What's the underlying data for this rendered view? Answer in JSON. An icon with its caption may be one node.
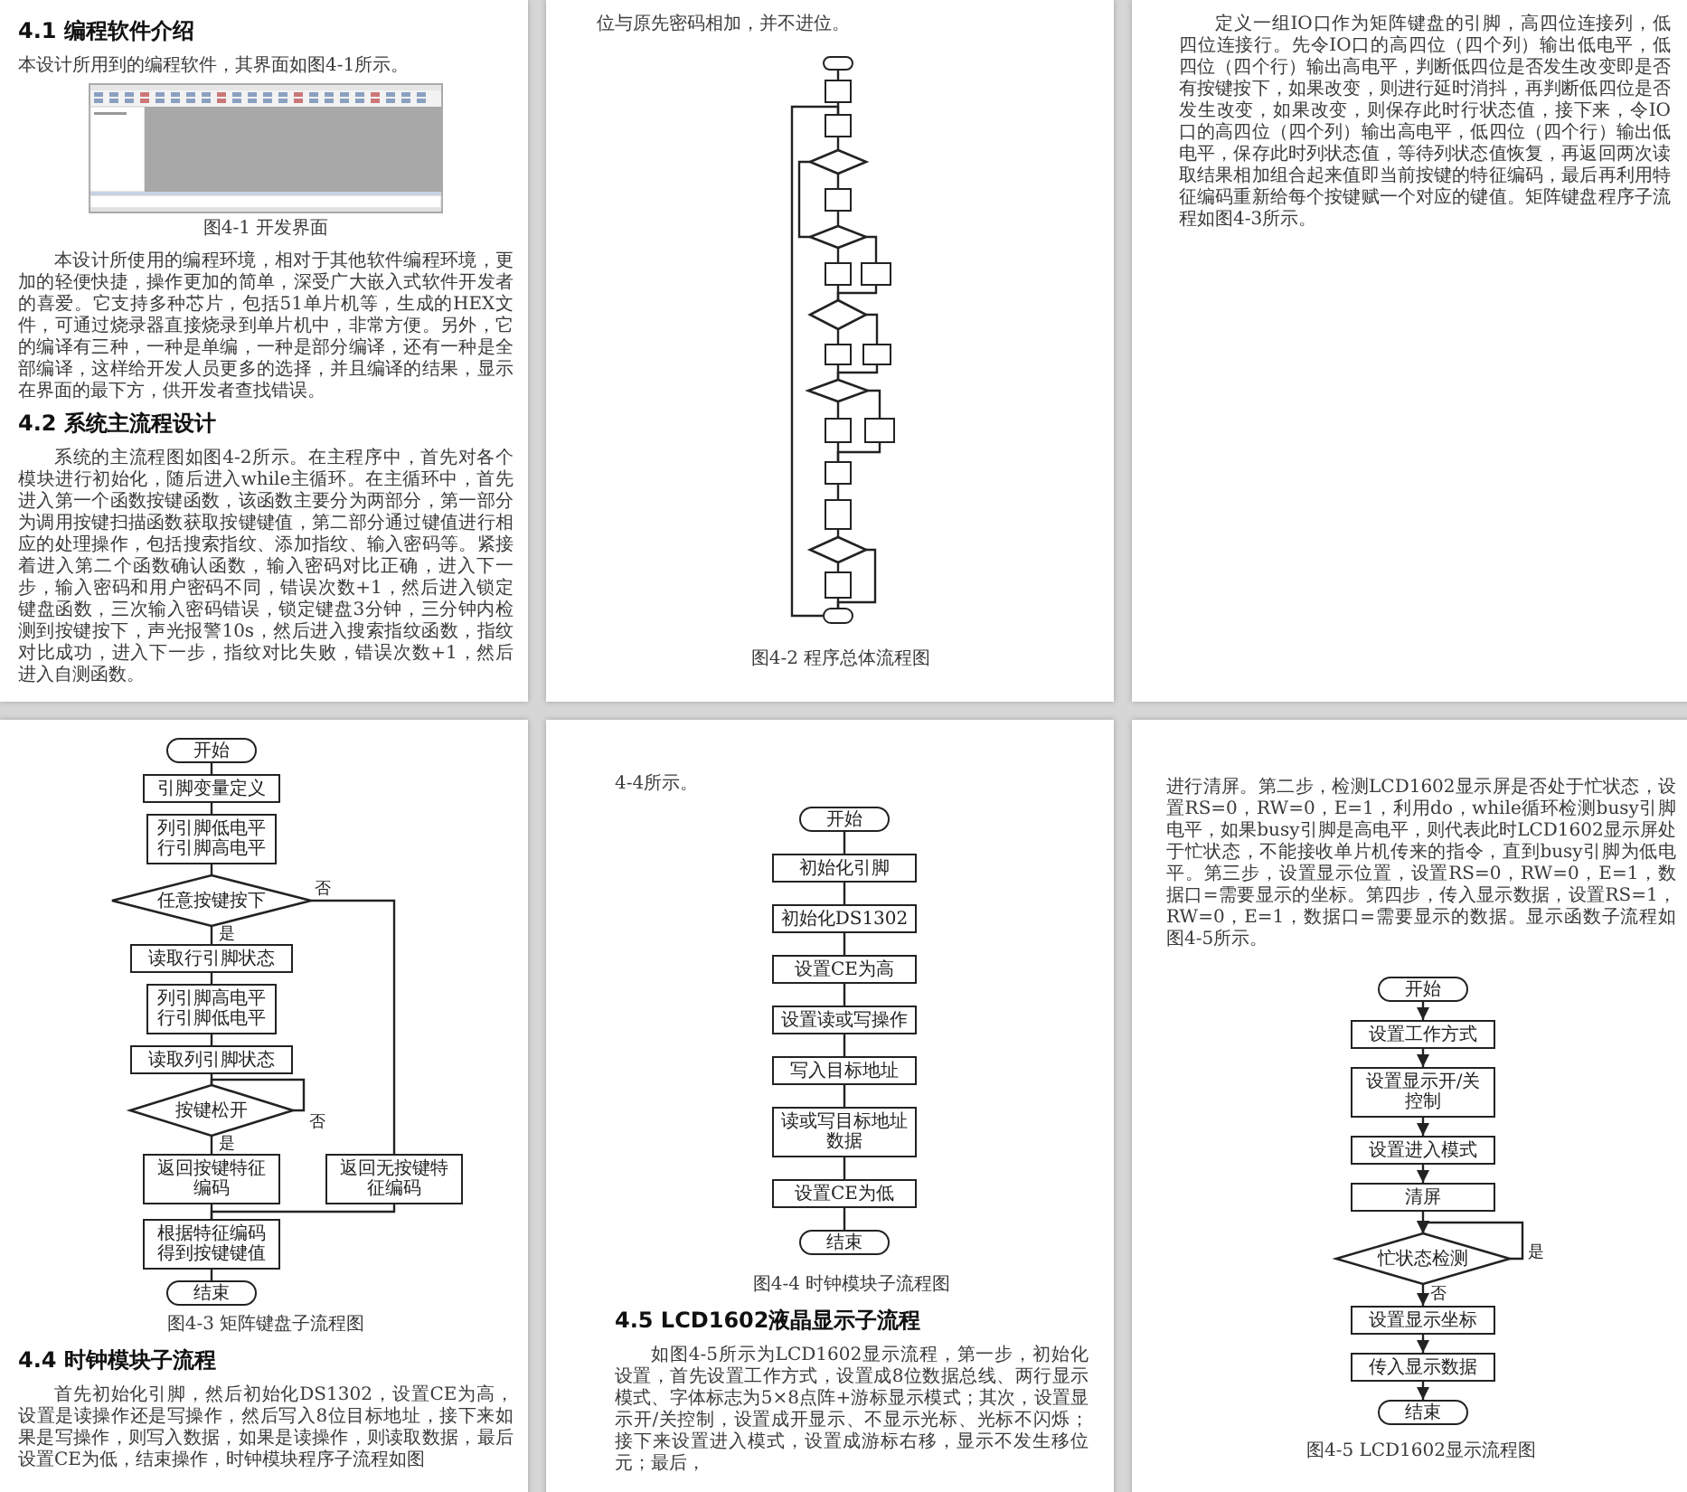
{
  "diagram": {
    "nodes": [
      {
        "text": [],
        "shape": "oval"
      },
      {
        "text": [],
        "shape": "box"
      },
      {
        "text": [],
        "shape": "box"
      },
      {
        "text": [],
        "shape": "diamond"
      },
      {
        "text": [],
        "shape": "box"
      },
      {
        "text": [],
        "shape": "diamond"
      },
      {
        "text": [],
        "shape": "box"
      },
      {
        "text": [],
        "shape": "box"
      },
      {
        "text": [],
        "shape": "diamond"
      },
      {
        "text": [],
        "shape": "box"
      },
      {
        "text": [],
        "shape": "box"
      },
      {
        "text": [],
        "shape": "diamond"
      },
      {
        "text": [],
        "shape": "box"
      },
      {
        "text": [],
        "shape": "box"
      },
      {
        "text": [],
        "shape": "box"
      },
      {
        "text": [],
        "shape": "box"
      },
      {
        "text": [],
        "shape": "diamond"
      },
      {
        "text": [],
        "shape": "box"
      },
      {
        "text": [],
        "shape": "oval"
      },
      {
        "text": [
          "开始"
        ]
      },
      {
        "text": [
          "引脚变量定义"
        ]
      },
      {
        "text": [
          "列引脚低电平行引脚高电平"
        ]
      },
      {
        "text": [
          "任意按键按下"
        ]
      },
      {
        "text": [
          "读取行引脚状态"
        ]
      },
      {
        "text": [
          "列引脚高电平行引脚低电平"
        ]
      },
      {
        "text": [
          "读取列引脚状态"
        ]
      },
      {
        "text": [
          "按键松开"
        ]
      },
      {
        "text": [
          "返回按键特征编码"
        ]
      },
      {
        "text": [
          "返回无按键特征编码"
        ]
      },
      {
        "text": [
          "根据特征编码得到按键键值"
        ]
      },
      {
        "text": [
          "结束"
        ]
      },
      {
        "text": [
          "开始"
        ]
      },
      {
        "text": [
          "初始化引脚"
        ]
      },
      {
        "text": [
          "初始化DS1302"
        ]
      },
      {
        "text": [
          "设置CE为高"
        ]
      },
      {
        "text": [
          "设置读或写操作"
        ]
      },
      {
        "text": [
          "写入目标地址"
        ]
      },
      {
        "text": [
          "读或写目标地址数据"
        ]
      },
      {
        "text": [
          "设置CE为低"
        ]
      },
      {
        "text": [
          "结束"
        ]
      },
      {
        "text": [
          "开始"
        ]
      },
      {
        "text": [
          "设置工作方式"
        ]
      },
      {
        "text": [
          "设置显示开/关控制"
        ]
      },
      {
        "text": [
          "设置进入模式"
        ]
      },
      {
        "text": [
          "清屏"
        ]
      },
      {
        "text": [
          "忙状态检测"
        ]
      },
      {
        "text": [
          "设置显示坐标"
        ]
      },
      {
        "text": [
          "传入显示数据"
        ]
      },
      {
        "text": [
          "结束"
        ]
      }
    ],
    "edges": [
      {
        "from": 0,
        "to": 1,
        "arrow": "none"
      },
      {
        "from": 1,
        "to": 2,
        "arrow": "none"
      },
      {
        "from": 2,
        "to": 3,
        "arrow": "none"
      },
      {
        "from": 3,
        "to": 4,
        "arrow": "none"
      },
      {
        "from": 3,
        "to": 5,
        "arrow": "none"
      },
      {
        "from": 4,
        "to": 5,
        "arrow": "none"
      },
      {
        "from": 5,
        "to": 6,
        "arrow": "none"
      },
      {
        "from": 5,
        "to": 7,
        "arrow": "none"
      },
      {
        "from": 6,
        "to": 8,
        "arrow": "none"
      },
      {
        "from": 7,
        "to": 8,
        "arrow": "none"
      },
      {
        "from": 8,
        "to": 9,
        "arrow": "none"
      },
      {
        "from": 8,
        "to": 10,
        "arrow": "none"
      },
      {
        "from": 9,
        "to": 11,
        "arrow": "none"
      },
      {
        "from": 10,
        "to": 11,
        "arrow": "none"
      },
      {
        "from": 11,
        "to": 12,
        "arrow": "none"
      },
      {
        "from": 11,
        "to": 13,
        "arrow": "none"
      },
      {
        "from": 12,
        "to": 14,
        "arrow": "none"
      },
      {
        "from": 13,
        "to": 14,
        "arrow": "none"
      },
      {
        "from": 14,
        "to": 15,
        "arrow": "none"
      },
      {
        "from": 15,
        "to": 16,
        "arrow": "none"
      },
      {
        "from": 16,
        "to": 17,
        "arrow": "none"
      },
      {
        "from": 16,
        "to": 18,
        "arrow": "none"
      },
      {
        "from": 17,
        "to": 18,
        "arrow": "none"
      },
      {
        "from": 18,
        "to": 2,
        "arrow": "none"
      },
      {
        "from": 19,
        "to": 20,
        "arrow": "none"
      },
      {
        "from": 20,
        "to": 21,
        "arrow": "none"
      },
      {
        "from": 21,
        "to": 22,
        "arrow": "none"
      },
      {
        "from": 22,
        "to": 23,
        "arrow": "none",
        "label": "是"
      },
      {
        "from": 22,
        "to": 28,
        "arrow": "none",
        "label": "否"
      },
      {
        "from": 23,
        "to": 24,
        "arrow": "none"
      },
      {
        "from": 24,
        "to": 25,
        "arrow": "none"
      },
      {
        "from": 25,
        "to": 26,
        "arrow": "none"
      },
      {
        "from": 26,
        "to": 26,
        "arrow": "none",
        "label": "否"
      },
      {
        "from": 26,
        "to": 27,
        "arrow": "none",
        "label": "是"
      },
      {
        "from": 27,
        "to": 29,
        "arrow": "none"
      },
      {
        "from": 28,
        "to": 29,
        "arrow": "none"
      },
      {
        "from": 29,
        "to": 30,
        "arrow": "none"
      },
      {
        "from": 31,
        "to": 32,
        "arrow": "none"
      },
      {
        "from": 32,
        "to": 33,
        "arrow": "none"
      },
      {
        "from": 33,
        "to": 34,
        "arrow": "none"
      },
      {
        "from": 34,
        "to": 35,
        "arrow": "none"
      },
      {
        "from": 35,
        "to": 36,
        "arrow": "none"
      },
      {
        "from": 36,
        "to": 37,
        "arrow": "none"
      },
      {
        "from": 37,
        "to": 38,
        "arrow": "none"
      },
      {
        "from": 38,
        "to": 39,
        "arrow": "none"
      },
      {
        "from": 40,
        "to": 41,
        "arrow": "to"
      },
      {
        "from": 41,
        "to": 42,
        "arrow": "to"
      },
      {
        "from": 42,
        "to": 43,
        "arrow": "to"
      },
      {
        "from": 43,
        "to": 44,
        "arrow": "to"
      },
      {
        "from": 44,
        "to": 45,
        "arrow": "to"
      },
      {
        "from": 45,
        "to": 45,
        "arrow": "to",
        "label": "是"
      },
      {
        "from": 45,
        "to": 46,
        "arrow": "to",
        "label": "否"
      },
      {
        "from": 46,
        "to": 47,
        "arrow": "to"
      },
      {
        "from": 47,
        "to": 48,
        "arrow": "to"
      }
    ],
    "labels": [
      "4.1 编程软件介绍",
      "本设计所用到的编程软件，其界面如图4-1所示。",
      "图4-1 开发界面",
      "本设计所使用的编程环境，相对于其他软件编程环境，更加的轻便快捷，操作更加的简单，深受广大嵌入式软件开发者的喜爱。它支持多种芯片，包括51单片机等，生成的HEX文件，可通过烧录器直接烧录到单片机中，非常方便。另外，它的编译有三种，一种是单编，一种是部分编译，还有一种是全部编译，这样给开发人员更多的选择，并且编译的结果，显示在界面的最下方，供开发者查找错误。",
      "4.2 系统主流程设计",
      "系统的主流程图如图4-2所示。在主程序中，首先对各个模块进行初始化，随后进入while主循环。在主循环中，首先进入第一个函数按键函数，该函数主要分为两部分，第一部分为调用按键扫描函数获取按键键值，第二部分通过键值进行相应的处理操作，包括搜索指纹、添加指纹、输入密码等。紧接着进入第二个函数确认函数，输入密码对比正确，进入下一步，输入密码和用户密码不同，错误次数+1，然后进入锁定键盘函数，三次输入密码错误，锁定键盘3分钟，三分钟内检测到按键按下，声光报警10s，然后进入搜索指纹函数，指纹对比成功，进入下一步，指纹对比失败，错误次数+1，然后进入自测函数。",
      "位与原先密码相加，并不进位。",
      "图4-2 程序总体流程图",
      "定义一组IO口作为矩阵键盘的引脚，高四位连接列，低四位连接行。先令IO口的高四位（四个列）输出低电平，低四位（四个行）输出高电平，判断低四位是否发生改变即是否有按键按下，如果改变，则进行延时消抖，再判断低四位是否发生改变，如果改变，则保存此时行状态值，接下来，令IO口的高四位（四个列）输出高电平，低四位（四个行）输出低电平，保存此时列状态值，等待列状态值恢复，再返回两次读取结果相加组合起来值即当前按键的特征编码，最后再利用特征编码重新给每个按键赋一个对应的键值。矩阵键盘程序子流程如图4-3所示。",
      "图4-3 矩阵键盘子流程图",
      "4.4 时钟模块子流程",
      "首先初始化引脚，然后初始化DS1302，设置CE为高，设置是读操作还是写操作，然后写入8位目标地址，接下来如果是写操作，则写入数据，如果是读操作，则读取数据，最后设置CE为低，结束操作，时钟模块程序子流程如图",
      "4-4所示。",
      "图4-4 时钟模块子流程图",
      "4.5 LCD1602液晶显示子流程",
      "如图4-5所示为LCD1602显示流程，第一步，初始化设置，首先设置工作方式，设置成8位数据总线、两行显示模式、字体标志为5×8点阵+游标显示模式；其次，设置显示开/关控制，设置成开显示、不显示光标、光标不闪烁；接下来设置进入模式，设置成游标右移，显示不发生移位元；最后，",
      "进行清屏。第二步，检测LCD1602显示屏是否处于忙状态，设置RS=0，RW=0，E=1，利用do，while循环检测busy引脚电平，如果busy引脚是高电平，则代表此时LCD1602显示屏处于忙状态，不能接收单片机传来的指令，直到busy引脚为低电平。第三步，设置显示位置，设置RS=0，RW=0，E=1，数据口=需要显示的坐标。第四步，传入显示数据，设置RS=1，RW=0，E=1，数据口=需要显示的数据。显示函数子流程如图4-5所示。",
      "图4-5 LCD1602显示流程图"
    ]
  }
}
